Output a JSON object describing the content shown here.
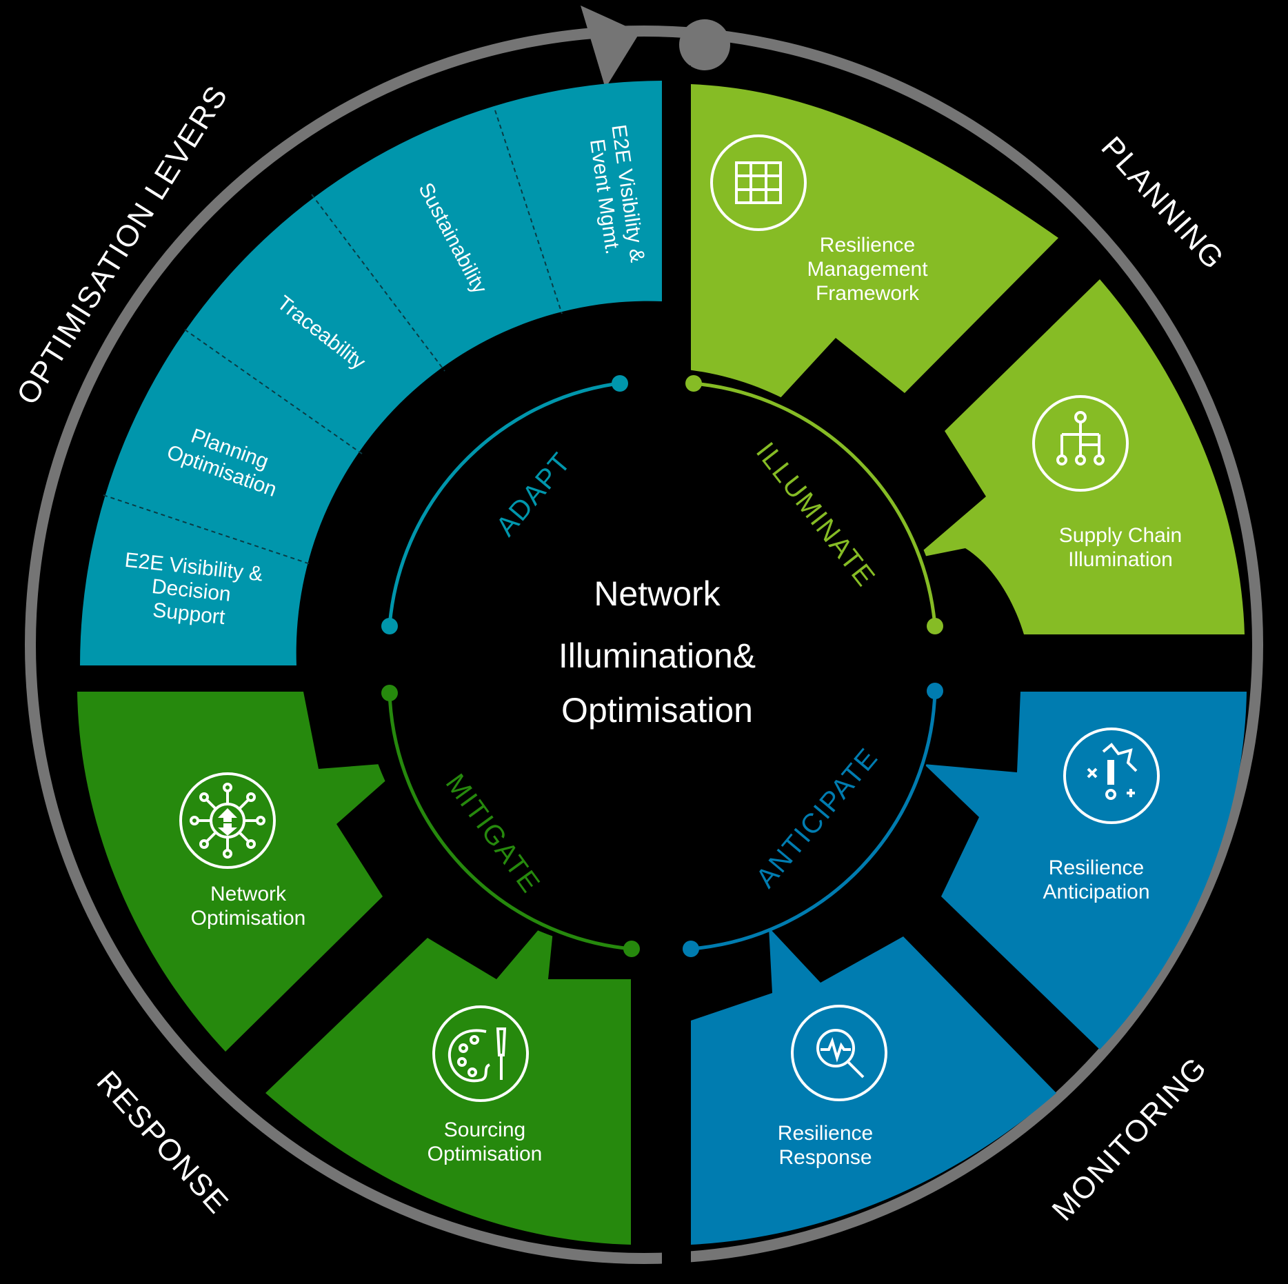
{
  "center": {
    "line1": "Network",
    "line2": "Illumination&",
    "line3": "Optimisation"
  },
  "outer_labels": {
    "optimisation_levers": "OPTIMISATION LEVERS",
    "planning": "PLANNING",
    "monitoring": "MONITORING",
    "response": "RESPONSE"
  },
  "stages": {
    "adapt": "ADAPT",
    "illuminate": "ILLUMINATE",
    "anticipate": "ANTICIPATE",
    "mitigate": "MITIGATE"
  },
  "levers": [
    {
      "line1": "E2E Visibility &",
      "line2": "Event Mgmt.",
      "line3": ""
    },
    {
      "line1": "Sustainability",
      "line2": "",
      "line3": ""
    },
    {
      "line1": "Traceability",
      "line2": "",
      "line3": ""
    },
    {
      "line1": "Planning",
      "line2": "Optimisation",
      "line3": ""
    },
    {
      "line1": "E2E Visibility &",
      "line2": "Decision",
      "line3": "Support"
    }
  ],
  "segments": {
    "resilience_mgmt": {
      "line1": "Resilience",
      "line2": "Management",
      "line3": "Framework",
      "icon": "grid-icon"
    },
    "supply_chain": {
      "line1": "Supply Chain",
      "line2": "Illumination",
      "icon": "hierarchy-icon"
    },
    "resilience_anticipation": {
      "line1": "Resilience",
      "line2": "Anticipation",
      "icon": "alert-icon"
    },
    "resilience_response": {
      "line1": "Resilience",
      "line2": "Response",
      "icon": "magnifier-pulse-icon"
    },
    "sourcing": {
      "line1": "Sourcing",
      "line2": "Optimisation",
      "icon": "palette-icon"
    },
    "network_opt": {
      "line1": "Network",
      "line2": "Optimisation",
      "icon": "network-hub-icon"
    }
  },
  "colors": {
    "teal": "#0096AC",
    "lime": "#86BC25",
    "blue": "#007CB0",
    "green": "#26890D",
    "ring": "#757575",
    "background": "#000000"
  }
}
